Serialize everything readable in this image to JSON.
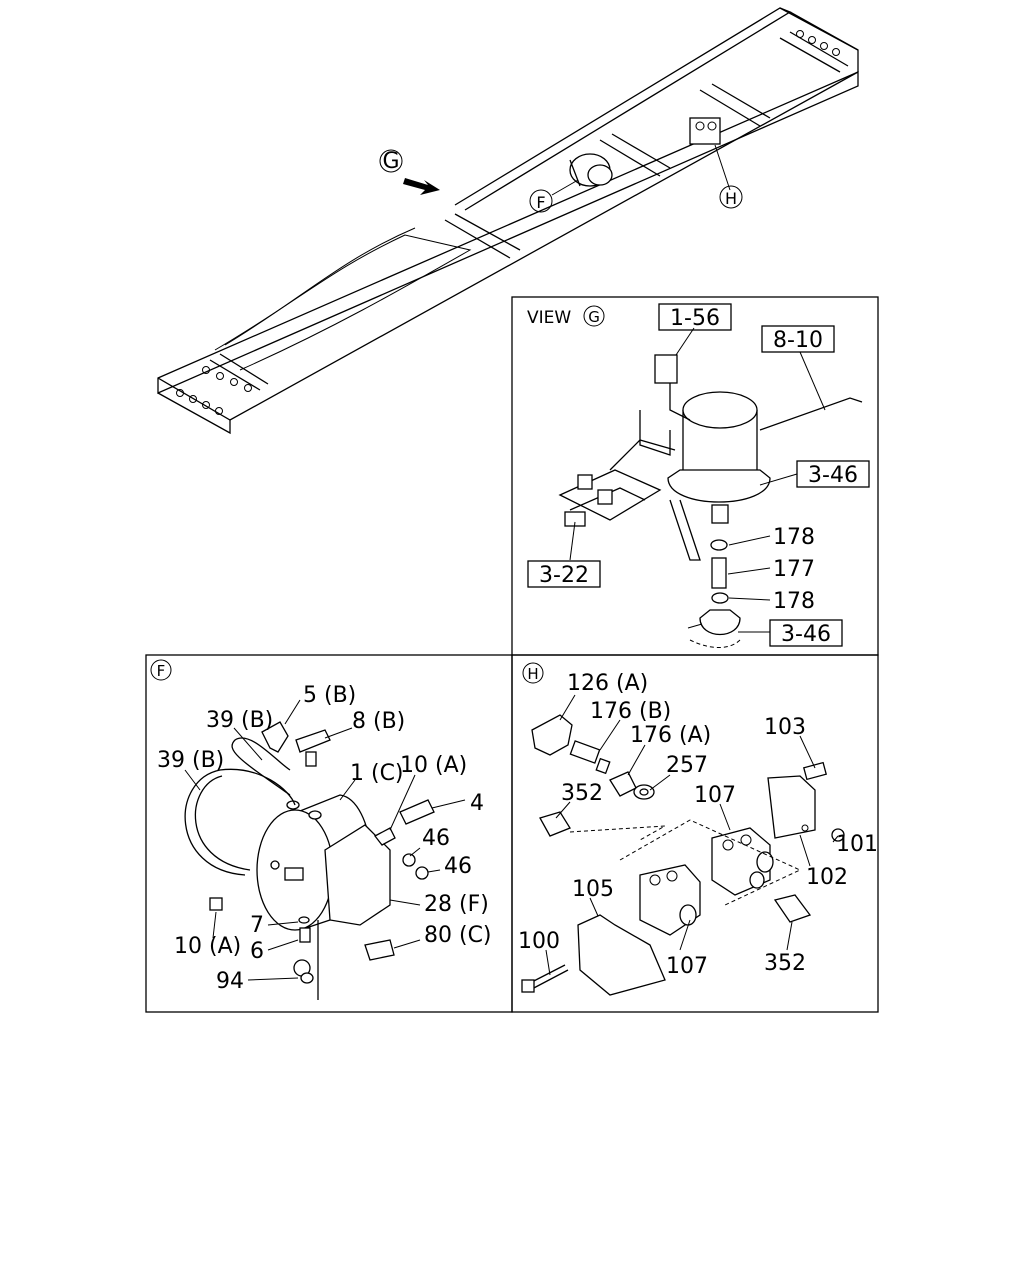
{
  "overview": {
    "callout_g": "G",
    "callout_f": "F",
    "callout_h": "H"
  },
  "view_g": {
    "title": "VIEW",
    "title_callout": "G",
    "ref_boxes": [
      "1-56",
      "8-10",
      "3-46",
      "3-22",
      "3-46"
    ],
    "labels": [
      "178",
      "177",
      "178"
    ]
  },
  "detail_f": {
    "callout": "F",
    "labels": [
      "5 (B)",
      "39 (B)",
      "8 (B)",
      "39 (B)",
      "1 (C)",
      "10 (A)",
      "4",
      "46",
      "46",
      "28 (F)",
      "7",
      "6",
      "80 (C)",
      "10 (A)",
      "94"
    ]
  },
  "detail_h": {
    "callout": "H",
    "labels": [
      "126 (A)",
      "176 (B)",
      "176 (A)",
      "103",
      "257",
      "352",
      "107",
      "101",
      "102",
      "105",
      "100",
      "107",
      "352"
    ]
  }
}
